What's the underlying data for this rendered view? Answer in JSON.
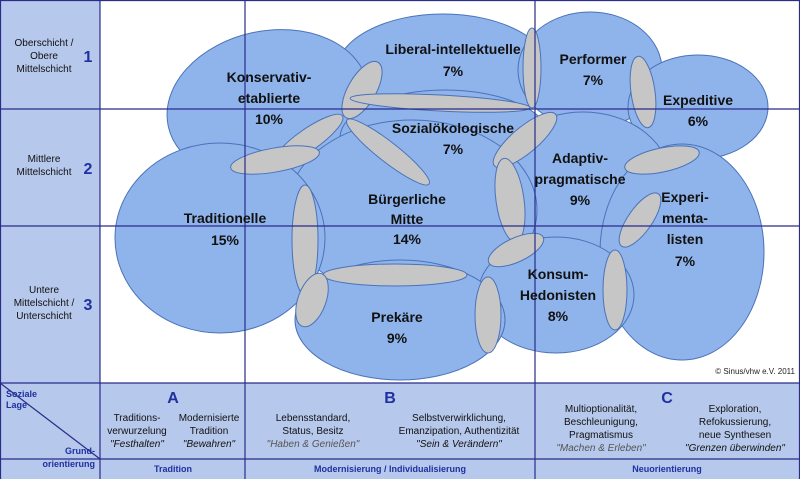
{
  "rows": [
    {
      "label_lines": [
        "Oberschicht /",
        "Obere",
        "Mittelschicht"
      ],
      "number": "1"
    },
    {
      "label_lines": [
        "Mittlere",
        "Mittelschicht"
      ],
      "number": "2"
    },
    {
      "label_lines": [
        "Untere",
        "Mittelschicht /",
        "Unterschicht"
      ],
      "number": "3"
    }
  ],
  "milieus": [
    {
      "name_lines": [
        "Liberal-intellektuelle"
      ],
      "percent": "7%"
    },
    {
      "name_lines": [
        "Performer"
      ],
      "percent": "7%"
    },
    {
      "name_lines": [
        "Konservativ-",
        "etablierte"
      ],
      "percent": "10%"
    },
    {
      "name_lines": [
        "Expeditive"
      ],
      "percent": "6%"
    },
    {
      "name_lines": [
        "Sozialökologische"
      ],
      "percent": "7%"
    },
    {
      "name_lines": [
        "Adaptiv-",
        "pragmatische"
      ],
      "percent": "9%"
    },
    {
      "name_lines": [
        "Bürgerliche",
        "Mitte"
      ],
      "percent": "14%"
    },
    {
      "name_lines": [
        "Experi-",
        "menta-",
        "listen"
      ],
      "percent": "7%"
    },
    {
      "name_lines": [
        "Traditionelle"
      ],
      "percent": "15%"
    },
    {
      "name_lines": [
        "Konsum-",
        "Hedonisten"
      ],
      "percent": "8%"
    },
    {
      "name_lines": [
        "Prekäre"
      ],
      "percent": "9%"
    }
  ],
  "axis": {
    "soziale_lage": [
      "Soziale",
      "Lage"
    ],
    "grundorientierung": [
      "Grund-",
      "orientierung"
    ]
  },
  "columns": [
    {
      "letter": "A",
      "left": {
        "lines": [
          "Traditions-",
          "verwurzelung"
        ],
        "motto": "\"Festhalten\""
      },
      "right": {
        "lines": [
          "Modernisierte",
          "Tradition"
        ],
        "motto": "\"Bewahren\""
      },
      "footer": "Tradition"
    },
    {
      "letter": "B",
      "left": {
        "lines": [
          "Lebensstandard,",
          "Status, Besitz"
        ],
        "motto": "\"Haben & Genießen\""
      },
      "right": {
        "lines": [
          "Selbstverwirklichung,",
          "Emanzipation, Authentizität"
        ],
        "motto": "\"Sein & Verändern\""
      },
      "footer": "Modernisierung / Individualisierung"
    },
    {
      "letter": "C",
      "left": {
        "lines": [
          "Multioptionalität,",
          "Beschleunigung,",
          "Pragmatismus"
        ],
        "motto": "\"Machen & Erleben\""
      },
      "right": {
        "lines": [
          "Exploration,",
          "Refokussierung,",
          "neue Synthesen"
        ],
        "motto": "\"Grenzen überwinden\""
      },
      "footer": "Neuorientierung"
    }
  ],
  "copyright": "© Sinus/vhw e.V. 2011",
  "colors": {
    "panel": "#b6c8eb",
    "blob": "#8fb4ec",
    "blob_stroke": "#4a72b8",
    "overlap": "#c6c6c6",
    "grid": "#2b2b8a",
    "accent": "#2030a0"
  }
}
